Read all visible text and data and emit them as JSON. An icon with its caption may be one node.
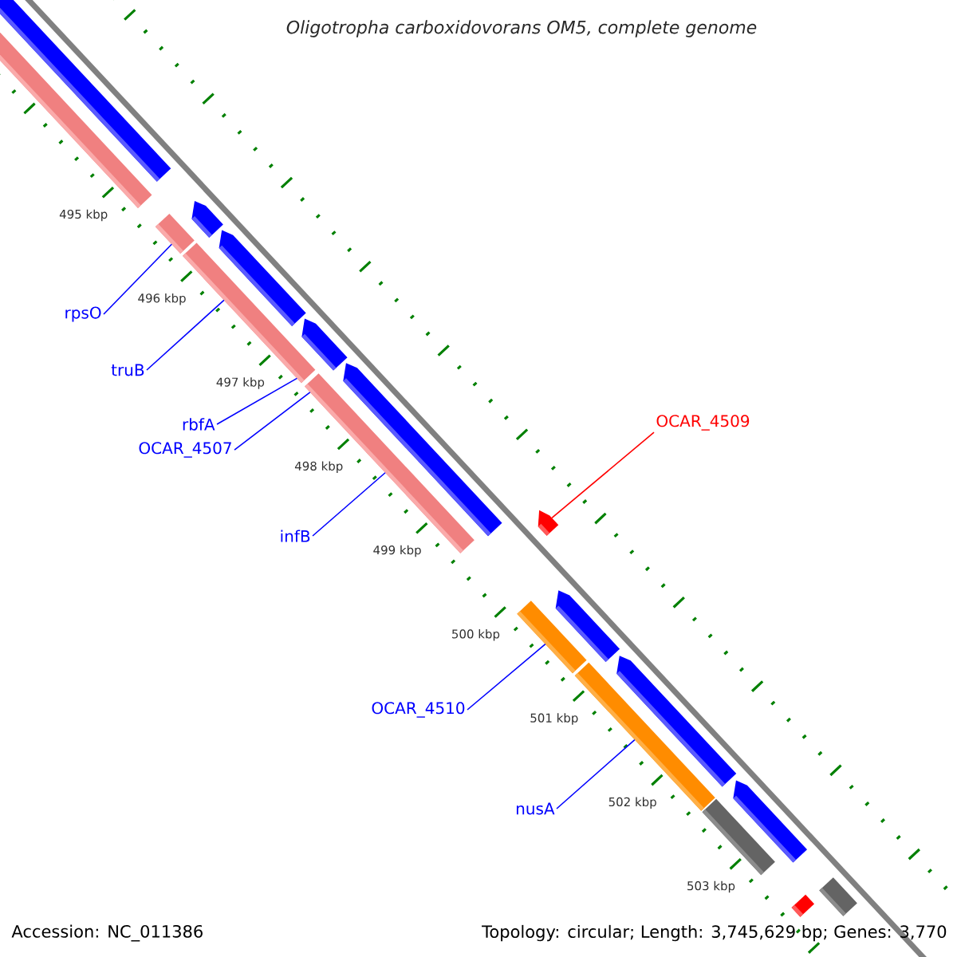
{
  "diagram": {
    "title": "Oligotropha carboxidovorans OM5, complete genome",
    "nodes": [
      {
        "text": [
          "rpsO"
        ]
      },
      {
        "text": [
          "truB"
        ]
      },
      {
        "text": [
          "rbfA"
        ]
      },
      {
        "text": [
          "OCAR_4507"
        ]
      },
      {
        "text": [
          "infB"
        ]
      },
      {
        "text": [
          "OCAR_4509"
        ]
      },
      {
        "text": [
          "OCAR_4510"
        ]
      },
      {
        "text": [
          "nusA"
        ]
      },
      {
        "text": [],
        "shape": "bar"
      },
      {
        "text": [],
        "shape": "bar"
      },
      {
        "text": [],
        "shape": "bar"
      },
      {
        "text": [],
        "shape": "arrow"
      },
      {
        "text": [],
        "shape": "bar"
      },
      {
        "text": [],
        "shape": "arrow"
      },
      {
        "text": [],
        "shape": "arrow"
      },
      {
        "text": [],
        "shape": "bar"
      },
      {
        "text": [],
        "shape": "arrow"
      },
      {
        "text": [],
        "shape": "arrow"
      },
      {
        "text": [],
        "shape": "bar"
      },
      {
        "text": [],
        "shape": "arrow"
      },
      {
        "text": [],
        "shape": "bar"
      },
      {
        "text": [],
        "shape": "arrow"
      },
      {
        "text": [],
        "shape": "bar"
      },
      {
        "text": [],
        "shape": "arrow"
      },
      {
        "text": [],
        "shape": "bar"
      },
      {
        "text": [],
        "shape": "bar"
      }
    ],
    "edges": [
      {
        "from": 0,
        "to": 10,
        "arrow": "none"
      },
      {
        "from": 1,
        "to": 12,
        "arrow": "none"
      },
      {
        "from": 2,
        "to": 12,
        "arrow": "none"
      },
      {
        "from": 3,
        "to": 15,
        "arrow": "none"
      },
      {
        "from": 4,
        "to": 15,
        "arrow": "none"
      },
      {
        "from": 5,
        "to": 17,
        "arrow": "none",
        "color": "#ff0000"
      },
      {
        "from": 6,
        "to": 18,
        "arrow": "none"
      },
      {
        "from": 7,
        "to": 20,
        "arrow": "none"
      }
    ],
    "labels": [
      "495 kbp",
      "496 kbp",
      "497 kbp",
      "498 kbp",
      "499 kbp",
      "500 kbp",
      "501 kbp",
      "502 kbp",
      "503 kbp",
      "Accession: NC_011386",
      "Topology: circular; Length: 3,745,629 bp; Genes: 3,770"
    ]
  }
}
